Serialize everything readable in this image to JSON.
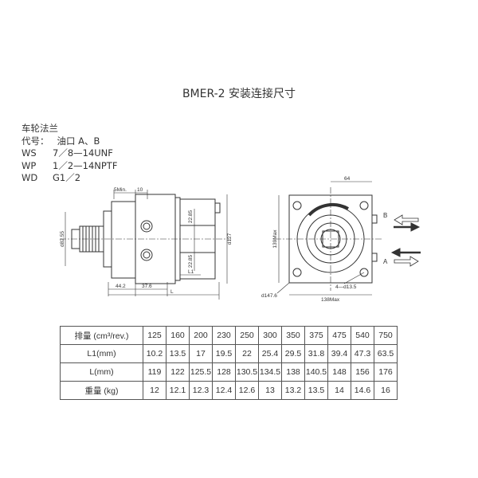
{
  "title": "BMER-2  安装连接尺寸",
  "spec": {
    "flange": "车轮法兰",
    "code_header": {
      "code": "代号：",
      "port": "油口 A、B"
    },
    "rows": [
      {
        "code": "WS",
        "thread": "7／8—14UNF"
      },
      {
        "code": "WP",
        "thread": "1／2—14NPTF"
      },
      {
        "code": "WD",
        "thread": "G1／2"
      }
    ]
  },
  "drawing": {
    "dim_5min": "5Min.",
    "dim_10": "10",
    "dim_22_85_top": "22.85",
    "dim_22_85_bot": "22.85",
    "dim_d127": "d127",
    "dim_d82": "d82.55",
    "dim_44_2": "44.2",
    "dim_37_6": "37.6",
    "dim_L1": "L1",
    "dim_L": "L",
    "dim_64": "64",
    "dim_139max": "139Max",
    "dim_d147": "d147.6",
    "dim_holes": "4—d13.5",
    "dim_138max": "138Max",
    "port_b": "B",
    "port_a": "A"
  },
  "table": {
    "rows": [
      {
        "label": "排量 (cm³/rev.)",
        "values": [
          "125",
          "160",
          "200",
          "230",
          "250",
          "300",
          "350",
          "375",
          "475",
          "540",
          "750"
        ]
      },
      {
        "label": "L1(mm)",
        "values": [
          "10.2",
          "13.5",
          "17",
          "19.5",
          "22",
          "25.4",
          "29.5",
          "31.8",
          "39.4",
          "47.3",
          "63.5"
        ]
      },
      {
        "label": "L(mm)",
        "values": [
          "119",
          "122",
          "125.5",
          "128",
          "130.5",
          "134.5",
          "138",
          "140.5",
          "148",
          "156",
          "176"
        ]
      },
      {
        "label": "重量 (kg)",
        "values": [
          "12",
          "12.1",
          "12.3",
          "12.4",
          "12.6",
          "13",
          "13.2",
          "13.5",
          "14",
          "14.6",
          "16"
        ]
      }
    ]
  }
}
